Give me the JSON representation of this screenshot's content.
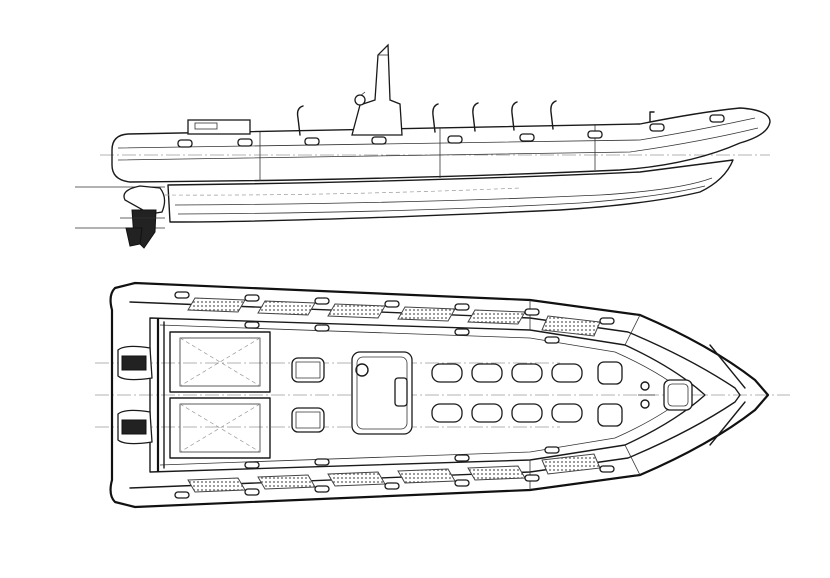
{
  "drawing": {
    "views": [
      "side-profile",
      "top-plan"
    ],
    "line_color": "#1a1a1a",
    "background": "#ffffff",
    "side_view": {
      "jockey_seats_count": 5,
      "outboard_engines": 2
    },
    "top_view": {
      "jockey_seats_per_row": 4,
      "jockey_seat_rows": 2,
      "hatched_grip_pads_per_side": 6,
      "handle_loops_per_side": 11
    }
  }
}
